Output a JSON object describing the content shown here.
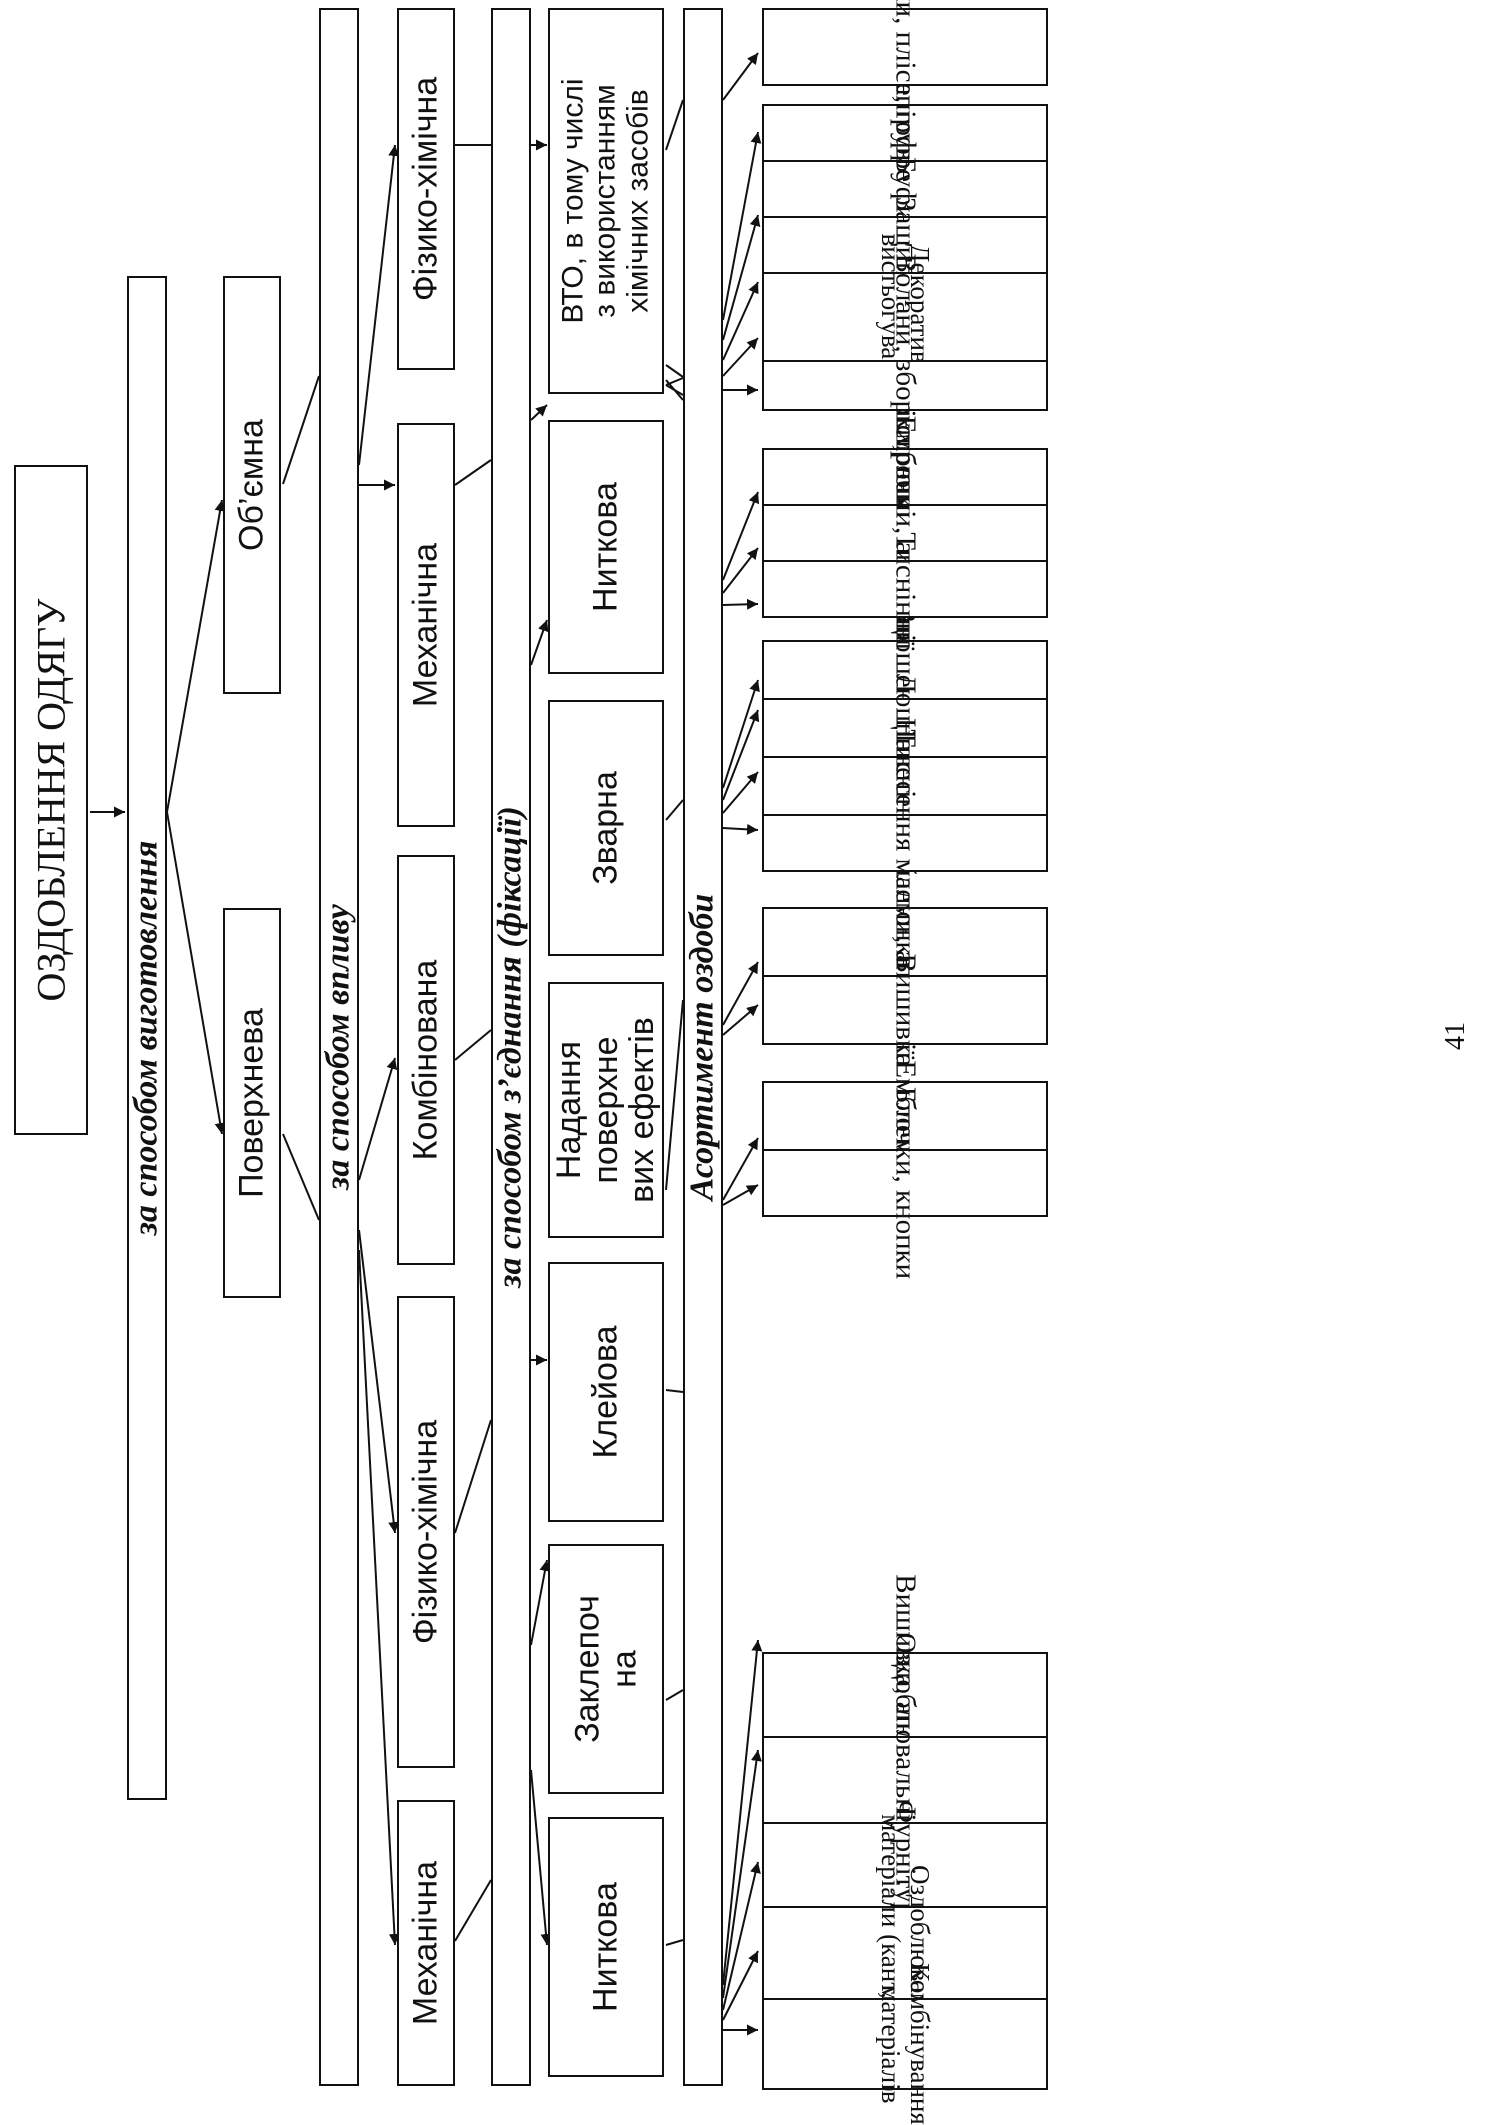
{
  "title": "ОЗДОБЛЕННЯ ОДЯГУ",
  "categories": {
    "manufacture": "за способом виготовлення",
    "influence": "за способом впливу",
    "fixation": "за способом з’єднання (фіксації)",
    "assortment": "Асортимент оздоби"
  },
  "types": {
    "surface": "Поверхнева",
    "volume": "Об’ємна"
  },
  "influence_methods": {
    "surface": [
      "Механічна",
      "Фізико-хімічна",
      "Комбінована"
    ],
    "volume": [
      "Механічна",
      "Фізико-хімічна"
    ]
  },
  "fixation_methods": {
    "thread": "Ниткова",
    "rivet": [
      "Заклепоч",
      "на"
    ],
    "glue": "Клейова",
    "surface_effects": [
      "Надання",
      "поверхне",
      "вих ефектів"
    ],
    "weld": "Зварна",
    "thread_volume": "Ниткова",
    "vto": [
      "ВТО, в тому  числі",
      "з використанням",
      "хімічних засобів"
    ]
  },
  "assortment_groups": {
    "thread": [
      "Вишивка, аплікація",
      "Оздоблювальні строчки",
      "Фурнітура",
      [
        "Оздоблювальні",
        "матеріали (кант, тасьма)"
      ],
      [
        "Комбінування",
        "матеріалів"
      ]
    ],
    "rivet": [
      "Емблеми",
      "Блочки, кнопки"
    ],
    "glue": [
      "Емблеми, аплікації",
      "Вишивка"
    ],
    "surface_effects": [
      "Зношення",
      "Лощіння",
      "Тисніння",
      "Нанесення малюнка"
    ],
    "weld": [
      "Зварні строчки та шви",
      "Емблеми, аплікації",
      "Тисніння"
    ],
    "thread_volume": [
      "Драпірування",
      "Буфи",
      "Защипи",
      [
        "Декоративне",
        "вистьогування"
      ],
      "Волани, зборки,рюші"
    ],
    "vto": [
      "Складки, плісе, гофре"
    ]
  },
  "page_number": "41"
}
